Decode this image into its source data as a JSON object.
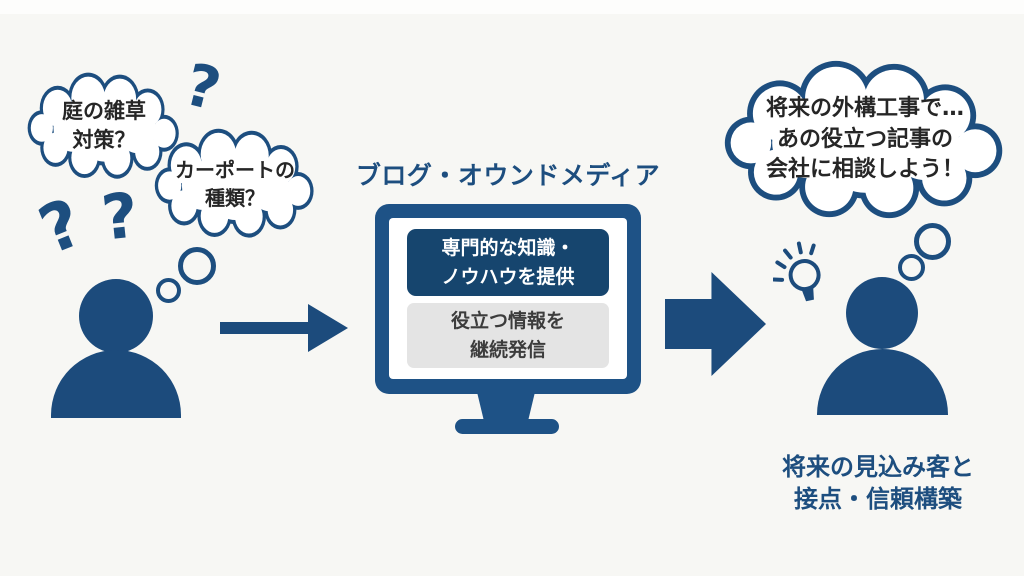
{
  "colors": {
    "navy": "#1c4b7c",
    "title_navy": "#1d4e7f",
    "monitor_frame": "#1e5286",
    "screen_box_dark_bg": "#16456e",
    "screen_box_light_bg": "#e4e4e4",
    "screen_box_light_text": "#3c3c3c",
    "cloud_text": "#262626",
    "background": "#f7f7f4"
  },
  "left": {
    "bubble_weeds": {
      "lines": [
        "庭の雑草",
        "対策？"
      ]
    },
    "bubble_carport": {
      "lines": [
        "カーポートの",
        "種類？"
      ]
    },
    "question_marks": [
      "?",
      "?",
      "?"
    ]
  },
  "center": {
    "title": "ブログ・オウンドメディア",
    "screen_box_dark": {
      "lines": [
        "専門的な知識・",
        "ノウハウを提供"
      ]
    },
    "screen_box_light": {
      "lines": [
        "役立つ情報を",
        "継続発信"
      ]
    }
  },
  "right": {
    "bubble_idea": {
      "lines": [
        "将来の外構工事で…",
        "あの役立つ記事の",
        "会社に相談しよう！"
      ]
    },
    "caption": {
      "lines": [
        "将来の見込み客と",
        "接点・信頼構築"
      ]
    }
  }
}
